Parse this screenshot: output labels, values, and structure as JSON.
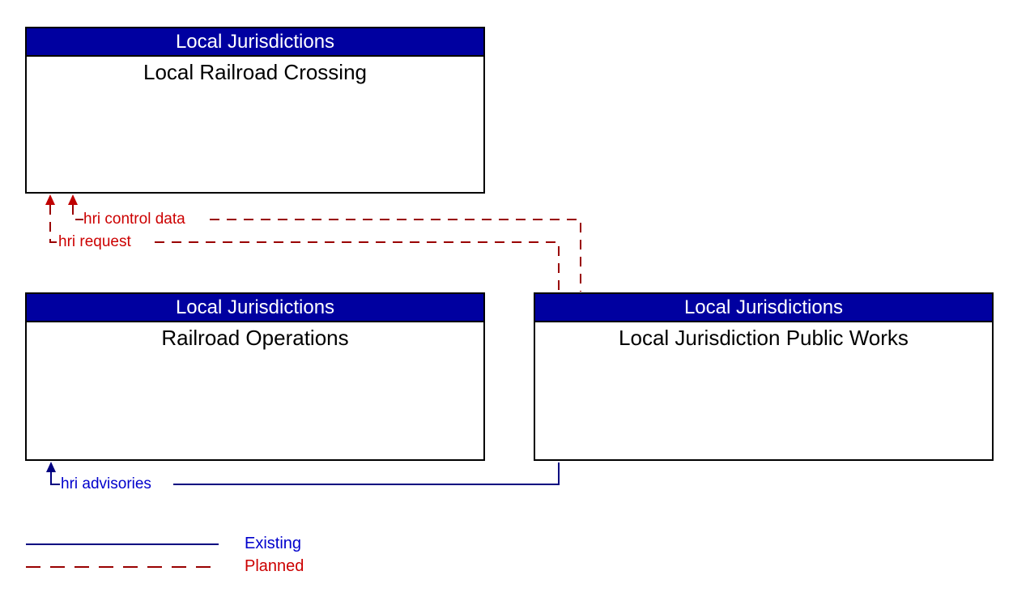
{
  "colors": {
    "entity_header_bg": "#0000A0",
    "entity_header_text": "#FFFFFF",
    "entity_border": "#000000",
    "existing_line": "#000080",
    "existing_label_text": "#0000CC",
    "planned_line": "#990000",
    "planned_label_text": "#CC0000",
    "arrow_planned": "#C00000",
    "arrow_existing": "#000080"
  },
  "entities": [
    {
      "group": "Local Jurisdictions",
      "name": "Local Railroad Crossing"
    },
    {
      "group": "Local Jurisdictions",
      "name": "Railroad Operations"
    },
    {
      "group": "Local Jurisdictions",
      "name": "Local Jurisdiction Public Works"
    }
  ],
  "flows": [
    {
      "label": "hri control data",
      "status": "planned",
      "from": "Local Jurisdiction Public Works",
      "to": "Local Railroad Crossing"
    },
    {
      "label": "hri request",
      "status": "planned",
      "from": "Local Jurisdiction Public Works",
      "to": "Local Railroad Crossing"
    },
    {
      "label": "hri advisories",
      "status": "existing",
      "from": "Local Jurisdiction Public Works",
      "to": "Railroad Operations"
    }
  ],
  "legend": {
    "existing_label": "Existing",
    "planned_label": "Planned"
  }
}
